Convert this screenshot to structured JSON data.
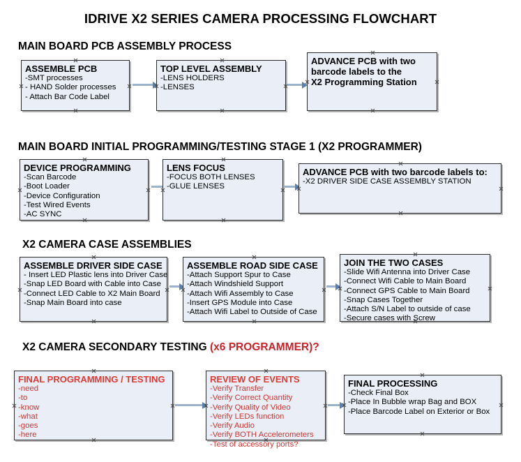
{
  "title": "IDRIVE X2  SERIES CAMERA PROCESSING FLOWCHART",
  "sections": [
    {
      "header": "MAIN BOARD PCB ASSEMBLY PROCESS",
      "header_accent": "",
      "nodes": [
        {
          "title": "ASSEMBLE PCB",
          "items": [
            "-SMT processes",
            "- HAND Solder processes",
            "- Attach Bar Code Label"
          ]
        },
        {
          "title": "TOP LEVEL ASSEMBLY",
          "items": [
            "-LENS HOLDERS",
            "-LENSES"
          ]
        },
        {
          "title": "ADVANCE PCB with two",
          "items": [
            "barcode labels to the",
            " X2 Programming Station"
          ]
        }
      ]
    },
    {
      "header": "MAIN BOARD INITIAL PROGRAMMING/TESTING STAGE 1 (X2 PROGRAMMER)",
      "header_accent": "",
      "nodes": [
        {
          "title": "DEVICE PROGRAMMING",
          "items": [
            "-Scan Barcode",
            "-Boot Loader",
            "-Device Configuration",
            "-Test Wired Events",
            "-AC SYNC"
          ]
        },
        {
          "title": "LENS FOCUS",
          "items": [
            "-FOCUS BOTH LENSES",
            "-GLUE LENSES"
          ]
        },
        {
          "title": "ADVANCE PCB with two barcode labels to:",
          "items": [
            "-X2 DRIVER  SIDE  CASE  ASSEMBLY STATION"
          ]
        }
      ]
    },
    {
      "header": "X2 CAMERA CASE ASSEMBLIES",
      "header_accent": "",
      "nodes": [
        {
          "title": "ASSEMBLE DRIVER SIDE CASE",
          "items": [
            "- Insert LED Plastic lens into Driver Case",
            "-Snap LED Board with Cable into Case",
            "-Connect LED Cable to X2 Main Board",
            "-Snap Main Board into case"
          ]
        },
        {
          "title": "ASSEMBLE ROAD SIDE CASE",
          "items": [
            "-Attach Support Spur to Case",
            "-Attach Windshield Support",
            "-Attach Wifi Assembly to Case",
            "-Insert GPS Module into Case",
            "-Attach Wifi Label to Outside of Case"
          ]
        },
        {
          "title": "JOIN THE TWO CASES",
          "items": [
            "-Slide Wifi Antenna into Driver Case",
            "-Connect Wifi Cable to Main Board",
            "-Connect GPS Cable to Main Board",
            "-Snap Cases Together",
            "-Attach S/N Label to outside of case",
            "-Secure cases with Screw"
          ]
        }
      ]
    },
    {
      "header": "X2 CAMERA SECONDARY TESTING ",
      "header_accent": "(x6 PROGRAMMER)?",
      "nodes": [
        {
          "title": "FINAL PROGRAMMING / TESTING",
          "items": [
            "-need",
            "-to",
            "-know",
            "-what",
            "-goes",
            "-here"
          ]
        },
        {
          "title": "REVIEW OF EVENTS",
          "items": [
            "-Verify Transfer",
            "-Verify Correct Quantity",
            "-Verify Quality of Video",
            "-Verify LEDs function",
            "-Verify Audio",
            "-Verify BOTH Accelerometers",
            "-Test of accessory ports?"
          ]
        },
        {
          "title": "FINAL PROCESSING",
          "items": [
            " -Check Final Box",
            "-Place In Bubble wrap Bag and BOX",
            "-Place Barcode Label on Exterior or Box"
          ]
        }
      ]
    }
  ],
  "colors": {
    "node_fill": "#e9eef7",
    "node_border": "#2a2a2a",
    "connector": "#9bb2cc",
    "arrowhead": "#5b7fae",
    "accent_red": "#cc2127",
    "text": "#000000"
  }
}
